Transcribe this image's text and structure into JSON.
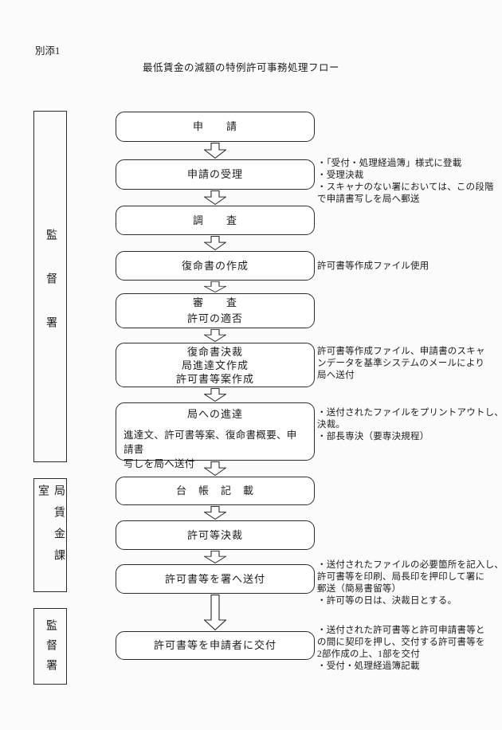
{
  "page": {
    "attachment": "別添1",
    "title": "最低賃金の減額の特例許可事務処理フロー"
  },
  "lanes": [
    {
      "label": "監督署"
    },
    {
      "label": "局賃金課室"
    },
    {
      "label": "監督署"
    }
  ],
  "flow": {
    "boxes": [
      {
        "lines": [
          "申　　請"
        ]
      },
      {
        "lines": [
          "申請の受理"
        ]
      },
      {
        "lines": [
          "調　　査"
        ]
      },
      {
        "lines": [
          "復命書の作成"
        ]
      },
      {
        "lines": [
          "審　　査",
          "許可の適否"
        ]
      },
      {
        "lines": [
          "復命書決裁",
          "局進達文作成",
          "許可書等案作成"
        ]
      },
      {
        "title": "局への進達",
        "body": "進達文、許可書等案、復命書概要、申請書\n写しを局へ送付"
      },
      {
        "lines": [
          "台　帳　記　載"
        ]
      },
      {
        "lines": [
          "許可等決裁"
        ]
      },
      {
        "lines": [
          "許可書等を署へ送付"
        ]
      },
      {
        "lines": [
          "許可書等を申請者に交付"
        ]
      }
    ]
  },
  "annotations": [
    {
      "text": "・「受付・処理経過簿」様式に登載\n・受理決裁\n・スキャナのない署においては、この段階\nで申請書写しを局へ郵送"
    },
    {
      "text": "許可書等作成ファイル使用"
    },
    {
      "text": "許可書等作成ファイル、申請書のスキャ\nンデータを基準システムのメールにより\n局へ送付"
    },
    {
      "text": "・送付されたファイルをプリントアウトし、\n決裁。\n・部長専決（要専決規程）"
    },
    {
      "text": "・送付されたファイルの必要箇所を記入し、\n許可書等を印刷、局長印を押印して署に\n郵送（簡易書留等）\n・許可等の日は、決裁日とする。"
    },
    {
      "text": "・送付された許可書等と許可申請書等と\nの間に契印を押し、交付する許可書等を\n2部作成の上、1部を交付\n・受付・処理経過簿記載"
    }
  ]
}
